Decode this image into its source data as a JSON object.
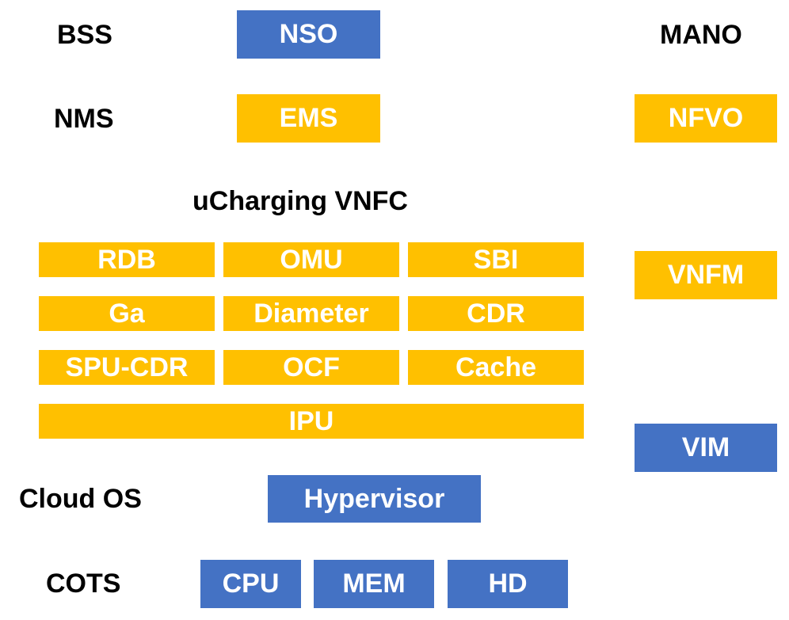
{
  "colors": {
    "blue": "#4472C4",
    "gold": "#FFC000",
    "label": "#000000",
    "box_text": "#FFFFFF"
  },
  "left_labels": {
    "bss": "BSS",
    "nms": "NMS",
    "cloud_os": "Cloud OS",
    "cots": "COTS"
  },
  "top": {
    "nso": "NSO",
    "ems": "EMS"
  },
  "vnfc": {
    "title": "uCharging VNFC",
    "rows": [
      [
        "RDB",
        "OMU",
        "SBI"
      ],
      [
        "Ga",
        "Diameter",
        "CDR"
      ],
      [
        "SPU-CDR",
        "OCF",
        "Cache"
      ]
    ],
    "base": "IPU"
  },
  "mano": {
    "title": "MANO",
    "nfvo": "NFVO",
    "vnfm": "VNFM",
    "vim": "VIM"
  },
  "infra": {
    "hypervisor": "Hypervisor",
    "hardware": [
      "CPU",
      "MEM",
      "HD"
    ]
  }
}
